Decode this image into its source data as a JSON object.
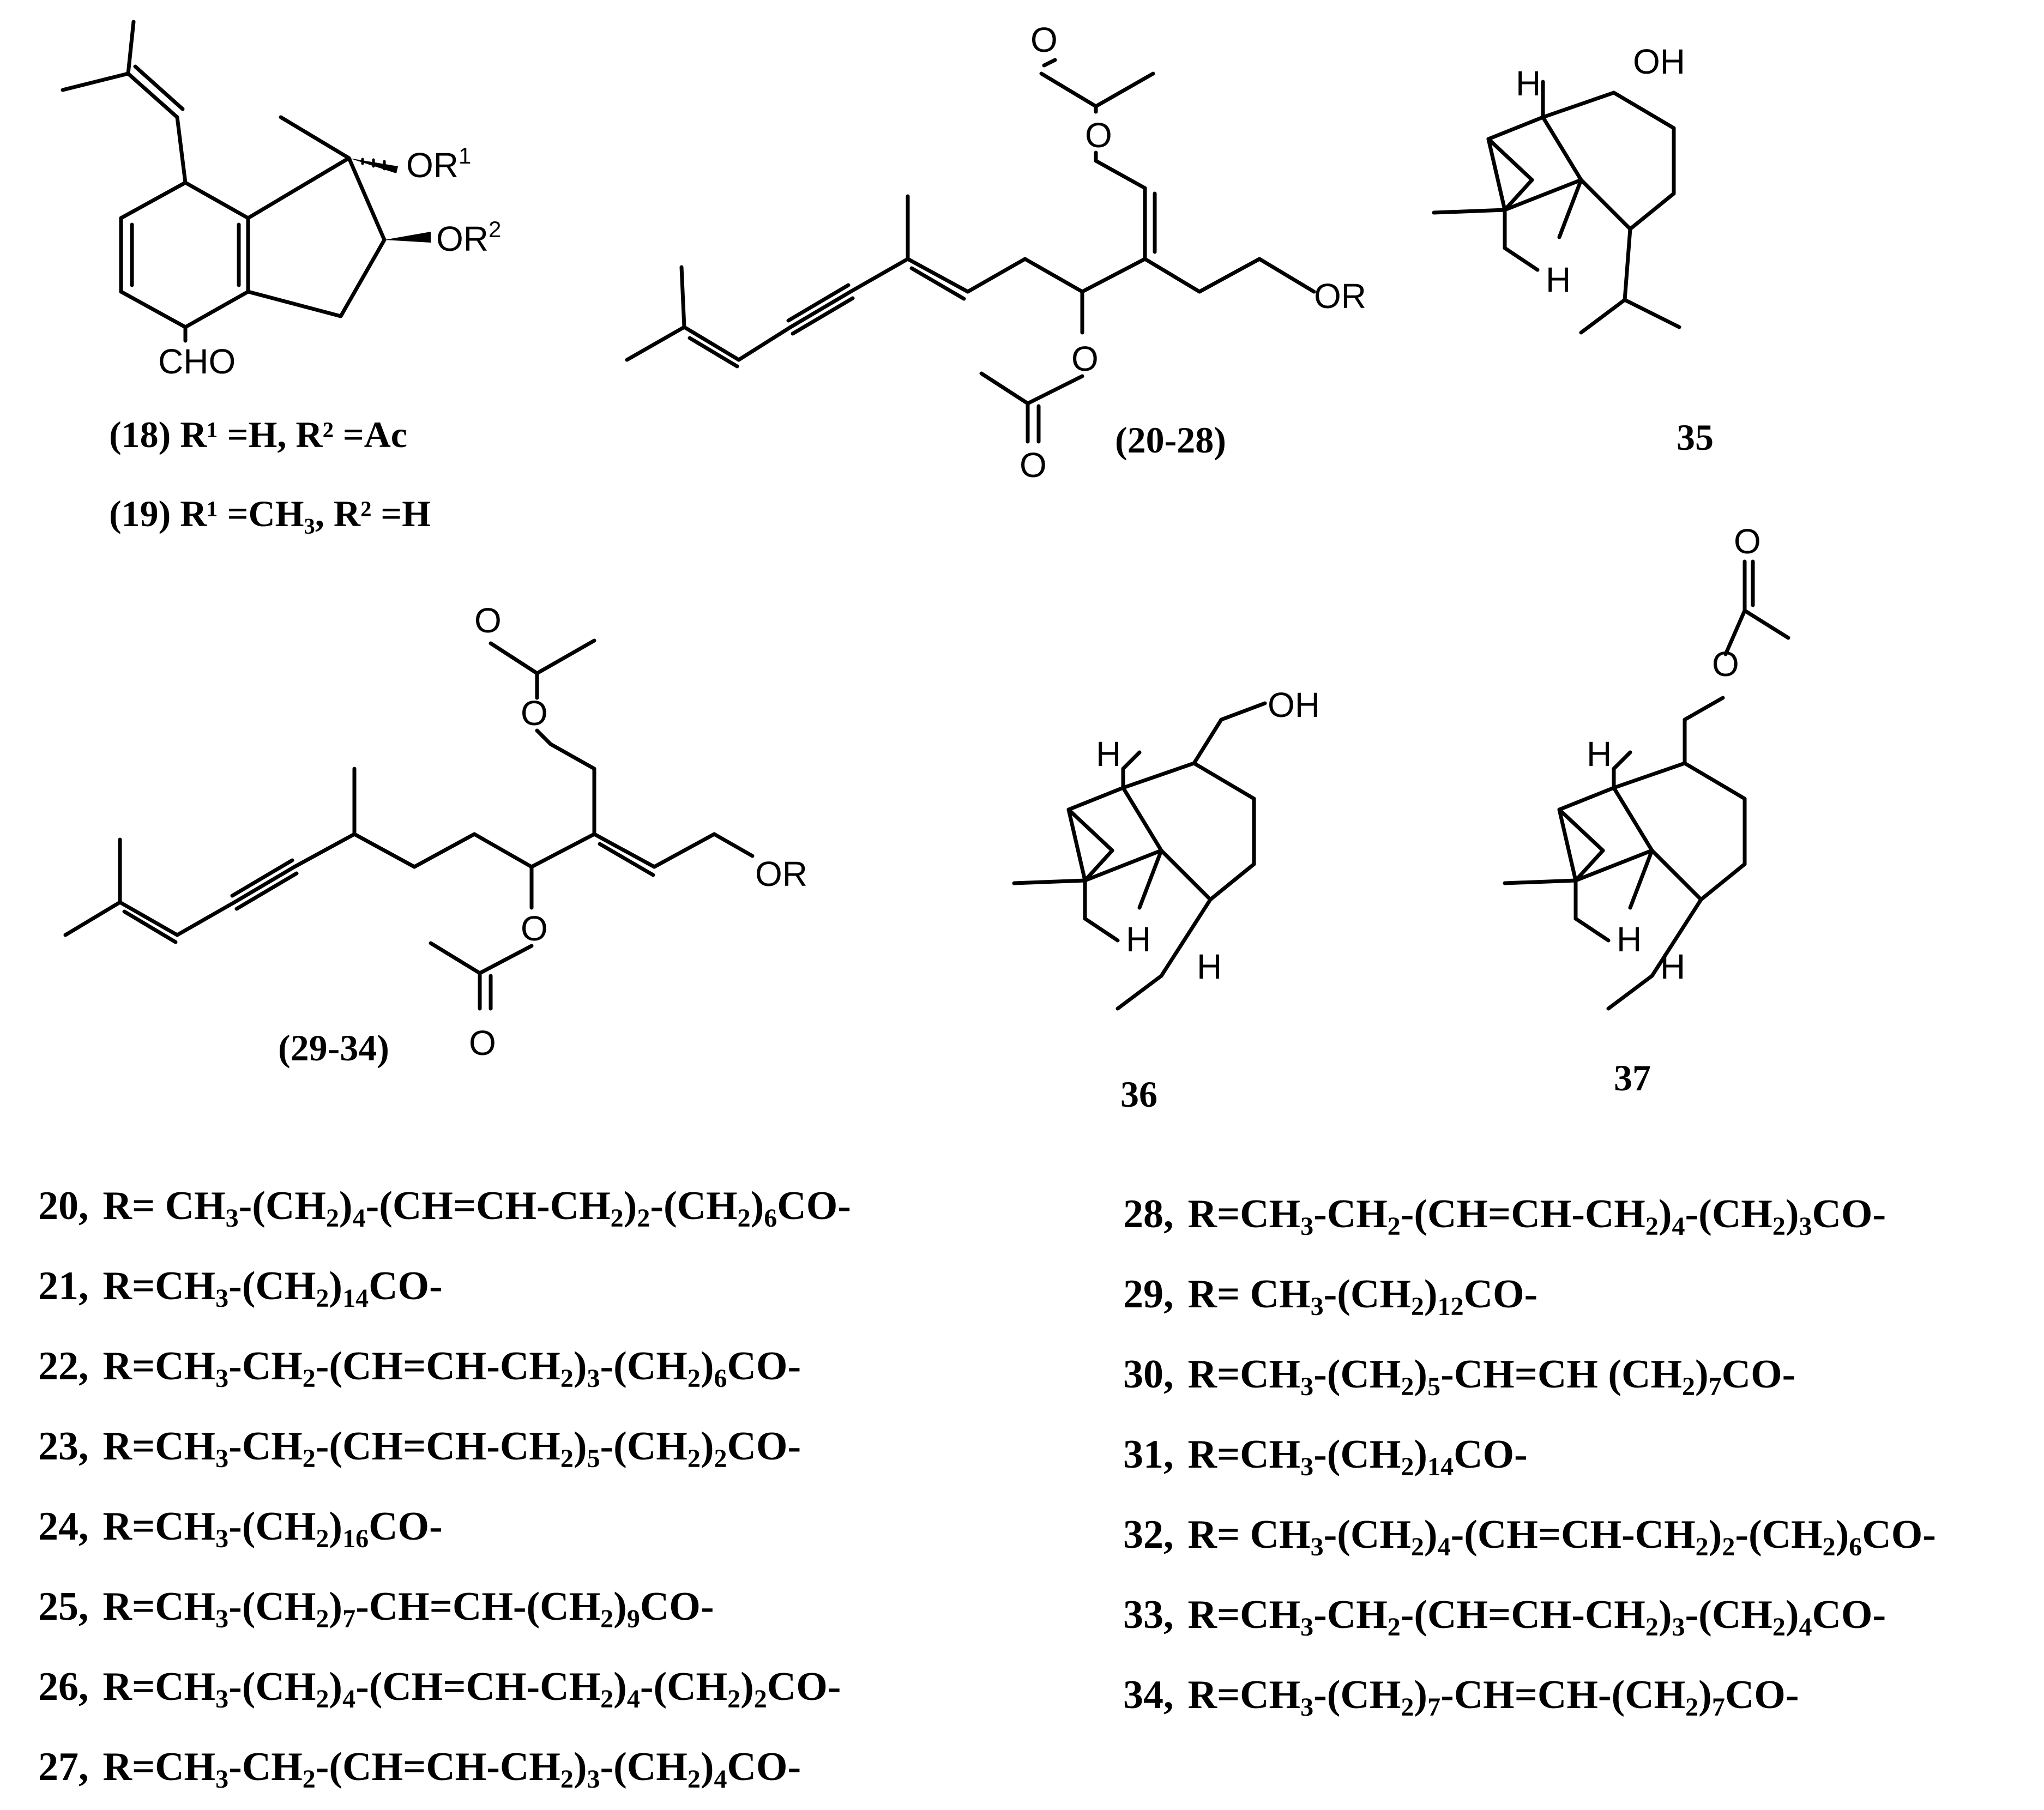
{
  "compounds": {
    "c18_19": {
      "label18": "(18) R¹ =H, R² =Ac",
      "label19": "(19) R¹ =CH₃, R² =H",
      "atoms": {
        "or1": "OR",
        "or1_sup": "1",
        "or2": "OR",
        "or2_sup": "2",
        "cho": "CHO"
      }
    },
    "c20_28": {
      "label": "(20-28)",
      "atoms": {
        "o1": "O",
        "o2": "O",
        "or": "OR",
        "o3": "O",
        "o4": "O"
      }
    },
    "c35": {
      "label": "35",
      "atoms": {
        "oh": "OH",
        "h1": "H",
        "h2": "H"
      }
    },
    "c29_34": {
      "label": "(29-34)",
      "atoms": {
        "o1": "O",
        "o2": "O",
        "or": "OR",
        "o3": "O",
        "o4": "O"
      }
    },
    "c36": {
      "label": "36",
      "atoms": {
        "oh": "OH",
        "h1": "H",
        "h2": "H",
        "h3": "H"
      }
    },
    "c37": {
      "label": "37",
      "atoms": {
        "o1": "O",
        "o2": "O",
        "h1": "H",
        "h2": "H",
        "h3": "H"
      }
    }
  },
  "r_groups_left": [
    {
      "num": "20,",
      "formula": "R= CH3-(CH2)4-(CH=CH-CH2)2-(CH2)6CO-"
    },
    {
      "num": "21,",
      "formula": "R=CH3-(CH2)14CO-"
    },
    {
      "num": "22,",
      "formula": "R=CH3-CH2-(CH=CH-CH2)3-(CH2)6CO-"
    },
    {
      "num": "23,",
      "formula": "R=CH3-CH2-(CH=CH-CH2)5-(CH2)2CO-"
    },
    {
      "num": "24,",
      "formula": "R=CH3-(CH2)16CO-"
    },
    {
      "num": "25,",
      "formula": "R=CH3-(CH2)7-CH=CH-(CH2)9CO-"
    },
    {
      "num": "26,",
      "formula": "R=CH3-(CH2)4-(CH=CH-CH2)4-(CH2)2CO-"
    },
    {
      "num": "27,",
      "formula": "R=CH3-CH2-(CH=CH-CH2)3-(CH2)4CO-"
    }
  ],
  "r_groups_right": [
    {
      "num": "28,",
      "formula": "R=CH3-CH2-(CH=CH-CH2)4-(CH2)3CO-"
    },
    {
      "num": "29,",
      "formula": "R= CH3-(CH2)12CO-"
    },
    {
      "num": "30,",
      "formula": "R=CH3-(CH2)5-CH=CH (CH2)7CO-"
    },
    {
      "num": "31,",
      "formula": "R=CH3-(CH2)14CO-"
    },
    {
      "num": "32,",
      "formula": "R= CH3-(CH2)4-(CH=CH-CH2)2-(CH2)6CO-"
    },
    {
      "num": "33,",
      "formula": "R=CH3-CH2-(CH=CH-CH2)3-(CH2)4CO-"
    },
    {
      "num": "34,",
      "formula": "R=CH3-(CH2)7-CH=CH-(CH2)7CO-"
    }
  ]
}
